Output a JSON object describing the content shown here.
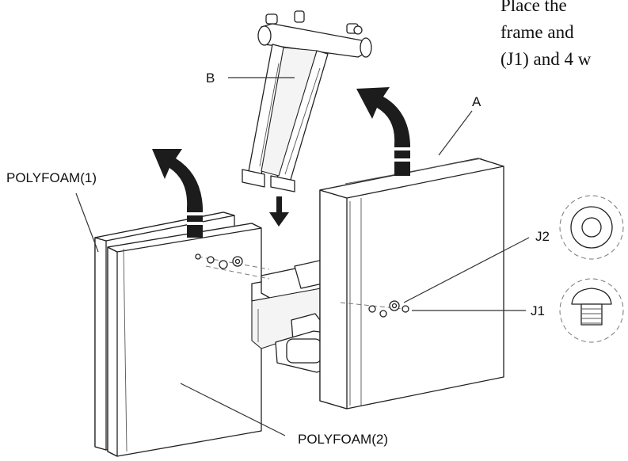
{
  "instructions": {
    "line1": "Place the",
    "line2": "frame and",
    "line3": "(J1) and 4 w"
  },
  "labels": {
    "b": "B",
    "a": "A",
    "polyfoam1": "POLYFOAM(1)",
    "polyfoam2": "POLYFOAM(2)",
    "j2": "J2",
    "j1": "J1"
  }
}
